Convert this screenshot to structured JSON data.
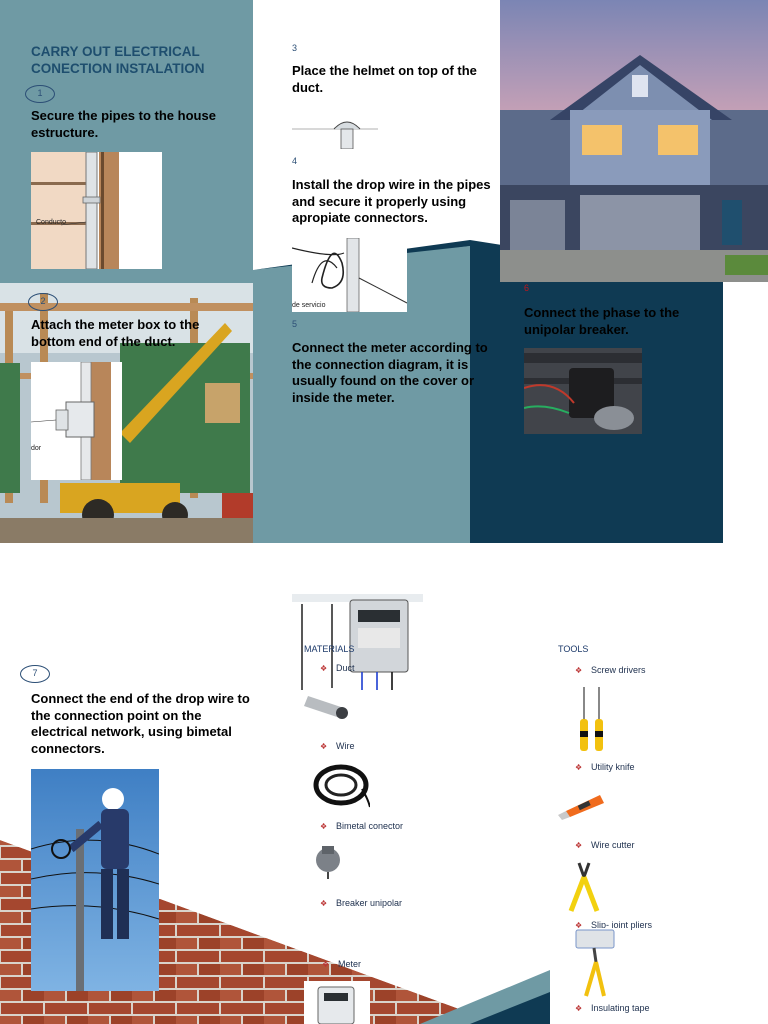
{
  "colors": {
    "teal": "#6f9aa4",
    "navy": "#0f3a53",
    "title_blue": "#1e4e6e",
    "accent_red": "#c0161c"
  },
  "title_line1": "CARRY OUT ELECTRICAL",
  "title_line2": "CONECTION INSTALATION",
  "steps": {
    "s1": {
      "num": "1",
      "text": "Secure the pipes to the house estructure."
    },
    "s2": {
      "num": "2",
      "text": "Attach the meter box to the bottom end of the duct."
    },
    "s3": {
      "num": "3",
      "text": "Place the helmet on top of the duct."
    },
    "s4": {
      "num": "4",
      "text": "Install the drop wire in the pipes and secure it properly using apropiate connectors."
    },
    "s5": {
      "num": "5",
      "text": "Connect the meter according to the connection diagram, it is usually found on the cover or inside the meter."
    },
    "s6": {
      "num": "6",
      "text": "Connect the phase to the unipolar breaker."
    },
    "s7": {
      "num": "7",
      "text": "Connect the end of the drop wire to the connection point on the electrical network, using bimetal connectors."
    }
  },
  "diagram_labels": {
    "conducto": "Conducto",
    "servicio": "de servicio",
    "dor": "dor"
  },
  "materials": {
    "heading": "MATERIALS",
    "items": [
      "Duct",
      "Wire",
      "Bimetal conector",
      "Breaker unipolar",
      "Meter"
    ]
  },
  "tools": {
    "heading": "TOOLS",
    "items": [
      "Screw drivers",
      "Utility knife",
      "Wire cutter",
      "Slip- joint pliers",
      "Insulating tape"
    ]
  }
}
